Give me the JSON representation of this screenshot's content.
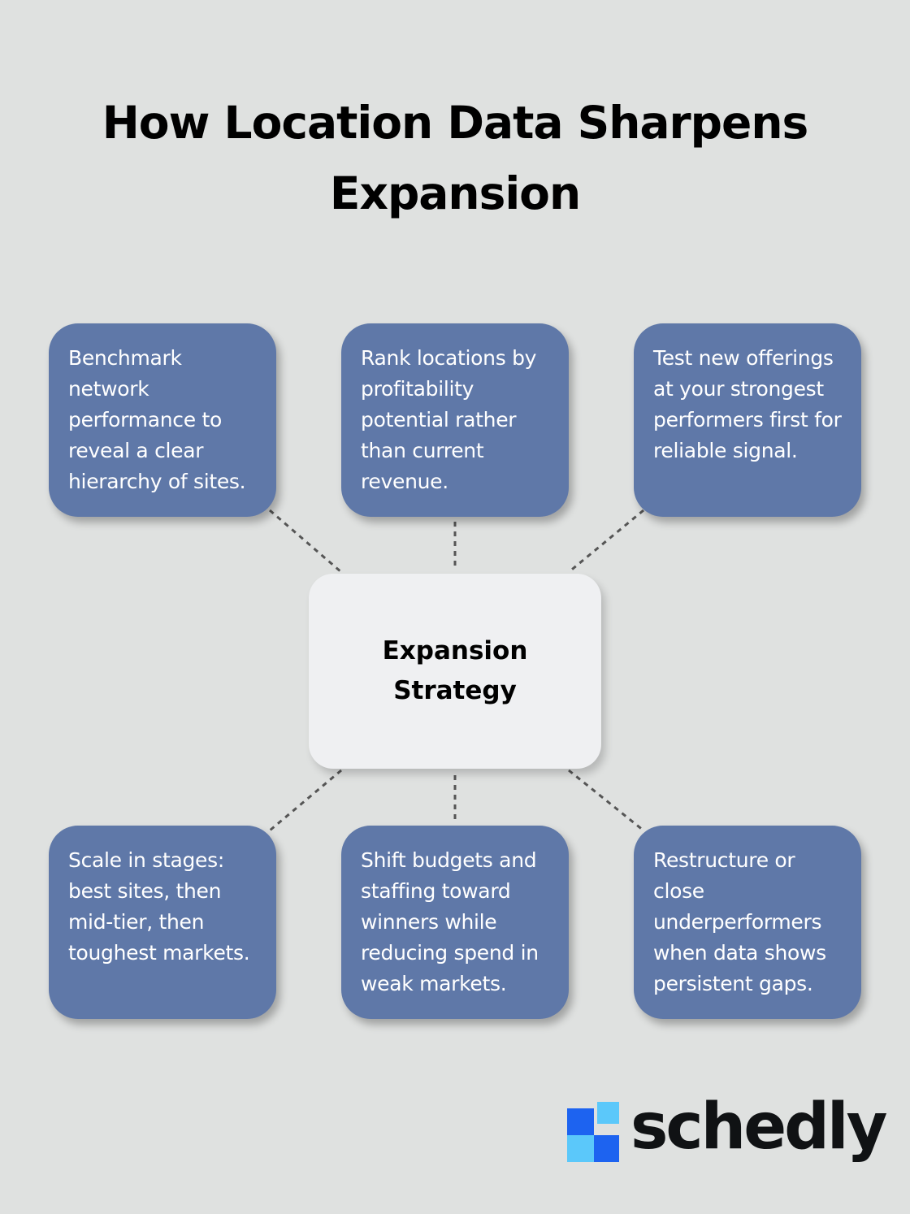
{
  "title": "How Location Data Sharpens Expansion",
  "center": {
    "label": "Expansion Strategy"
  },
  "cards": {
    "top_left": "Benchmark network performance to reveal a clear hierarchy of sites.",
    "top_center": "Rank locations by profitability potential rather than current revenue.",
    "top_right": "Test new offerings at your strongest performers first for reliable signal.",
    "bottom_left": "Scale in stages: best sites, then mid-tier, then toughest markets.",
    "bottom_center": "Shift budgets and staffing toward winners while reducing spend in weak markets.",
    "bottom_right": "Restructure or close underperformers when data shows persistent gaps."
  },
  "logo": {
    "text": "schedly"
  },
  "colors": {
    "background": "#dfe1e0",
    "card": "#5f78a8",
    "center_card": "#eff0f2",
    "connector": "#555555",
    "logo_blue": "#1d63f0",
    "logo_light_blue": "#5bc8fa"
  }
}
